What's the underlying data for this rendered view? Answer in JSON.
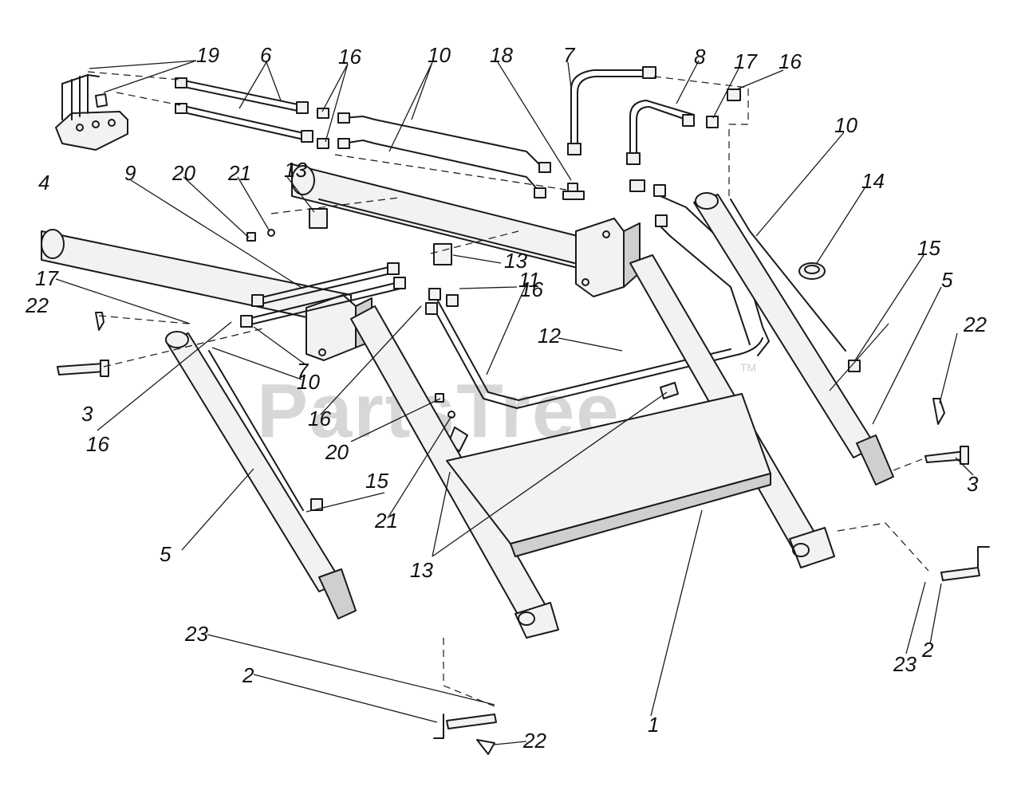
{
  "watermark": {
    "text": "PartsTree",
    "mark": "TM"
  },
  "callouts": {
    "c1": "1",
    "c2a": "2",
    "c2b": "2",
    "c3a": "3",
    "c3b": "3",
    "c4": "4",
    "c5a": "5",
    "c5b": "5",
    "c6": "6",
    "c7a": "7",
    "c7b": "7",
    "c8": "8",
    "c9": "9",
    "c10a": "10",
    "c10b": "10",
    "c10c": "10",
    "c11": "11",
    "c12": "12",
    "c13a": "13",
    "c13b": "13",
    "c13c": "13",
    "c14": "14",
    "c15a": "15",
    "c15b": "15",
    "c16a": "16",
    "c16b": "16",
    "c16c": "16",
    "c16d": "16",
    "c16e": "16",
    "c17a": "17",
    "c17b": "17",
    "c18": "18",
    "c19": "19",
    "c20a": "20",
    "c20b": "20",
    "c21a": "21",
    "c21b": "21",
    "c22a": "22",
    "c22b": "22",
    "c22c": "22",
    "c23a": "23",
    "c23b": "23"
  }
}
